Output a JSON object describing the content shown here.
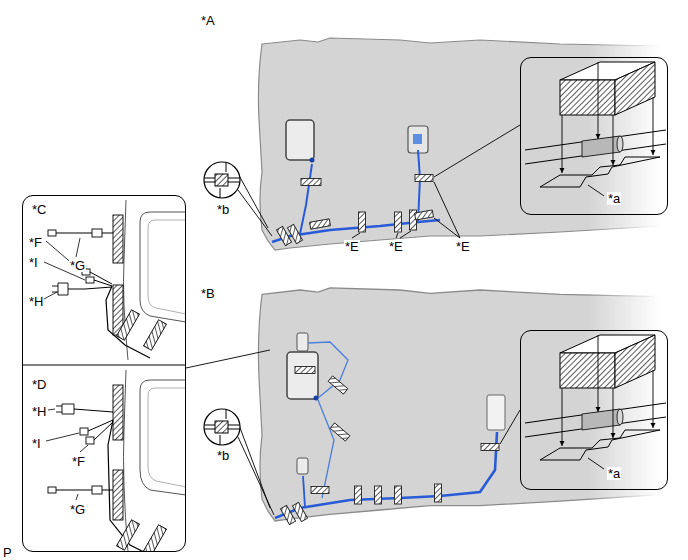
{
  "diagram": {
    "nodes": [
      {
        "text": [
          "*C",
          "*F",
          "*G",
          "*I",
          "*H",
          "*D",
          "*H",
          "*I",
          "*F",
          "*G"
        ]
      },
      {
        "text": [
          "*a"
        ]
      },
      {
        "text": [
          "*a"
        ]
      }
    ],
    "labels": [
      "*A",
      "*b",
      "*E",
      "*E",
      "*E",
      "*B",
      "*b",
      "P"
    ]
  }
}
